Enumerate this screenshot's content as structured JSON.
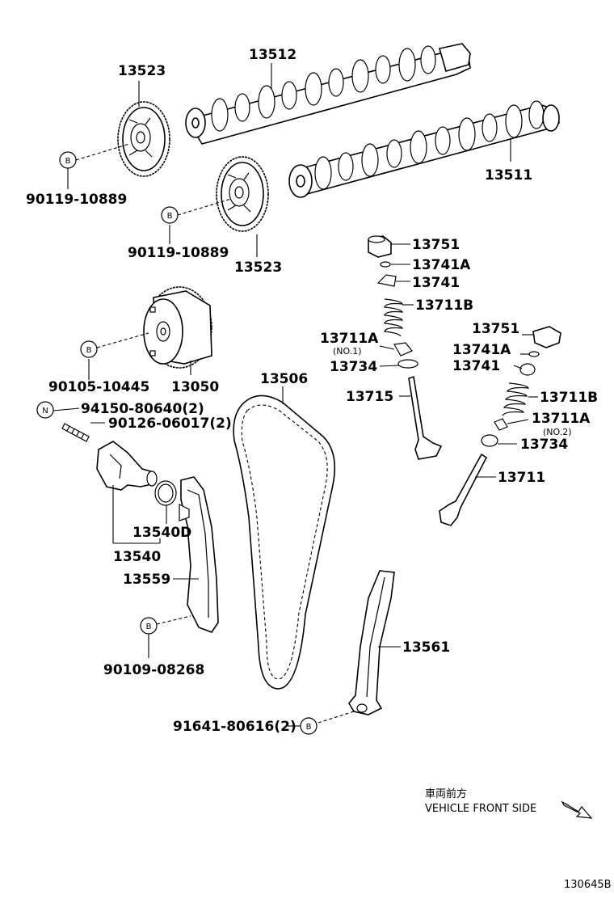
{
  "labels": {
    "p13523a": "13523",
    "p13512": "13512",
    "p13511": "13511",
    "p90119a": "90119-10889",
    "p90119b": "90119-10889",
    "p13523b": "13523",
    "p13751a": "13751",
    "p13741Aa": "13741A",
    "p13741a": "13741",
    "p13711Ba": "13711B",
    "p13711Aa": "13711A",
    "no1": "(NO.1)",
    "p13734a": "13734",
    "p13715": "13715",
    "p13751b": "13751",
    "p13741Ab": "13741A",
    "p13741b": "13741",
    "p13711Bb": "13711B",
    "p13711Ab": "13711A",
    "no2": "(NO.2)",
    "p13734b": "13734",
    "p13711": "13711",
    "p90105": "90105-10445",
    "p13050": "13050",
    "p13506": "13506",
    "p94150": "94150-80640(2)",
    "p90126": "90126-06017(2)",
    "p13540D": "13540D",
    "p13540": "13540",
    "p13559": "13559",
    "p90109": "90109-08268",
    "p13561": "13561",
    "p91641": "91641-80616(2)",
    "jp_front": "車両前方",
    "front_side": "VEHICLE FRONT SIDE",
    "figure_no": "130645B"
  },
  "markers": {
    "b": "B",
    "n": "N"
  },
  "icons": {
    "direction": "diagonal-arrow-icon"
  }
}
